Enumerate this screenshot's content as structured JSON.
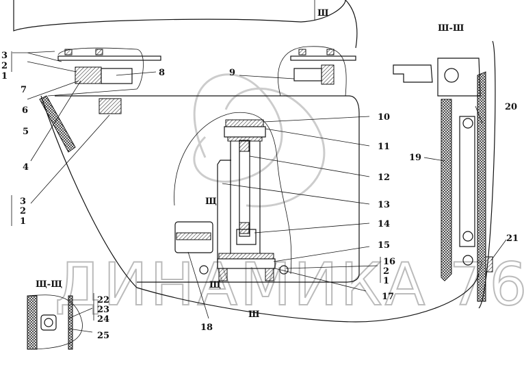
{
  "drawing": {
    "section_titles": {
      "main_section": "Ш-Ш",
      "small_section": "Щ-Щ"
    },
    "section_marks": [
      "Ш",
      "Щ",
      "Щ",
      "Ш"
    ],
    "callouts_left": [
      "3",
      "2",
      "1",
      "7",
      "6",
      "5",
      "4",
      "3",
      "2",
      "1"
    ],
    "callouts_center": [
      "8",
      "9",
      "10",
      "11",
      "12",
      "13",
      "14",
      "15",
      "16",
      "2",
      "1",
      "17",
      "18"
    ],
    "callouts_right": [
      "20",
      "19",
      "21"
    ],
    "callouts_small": [
      "22",
      "23",
      "24",
      "25"
    ],
    "watermark": "ДИНАМИКА 76"
  }
}
